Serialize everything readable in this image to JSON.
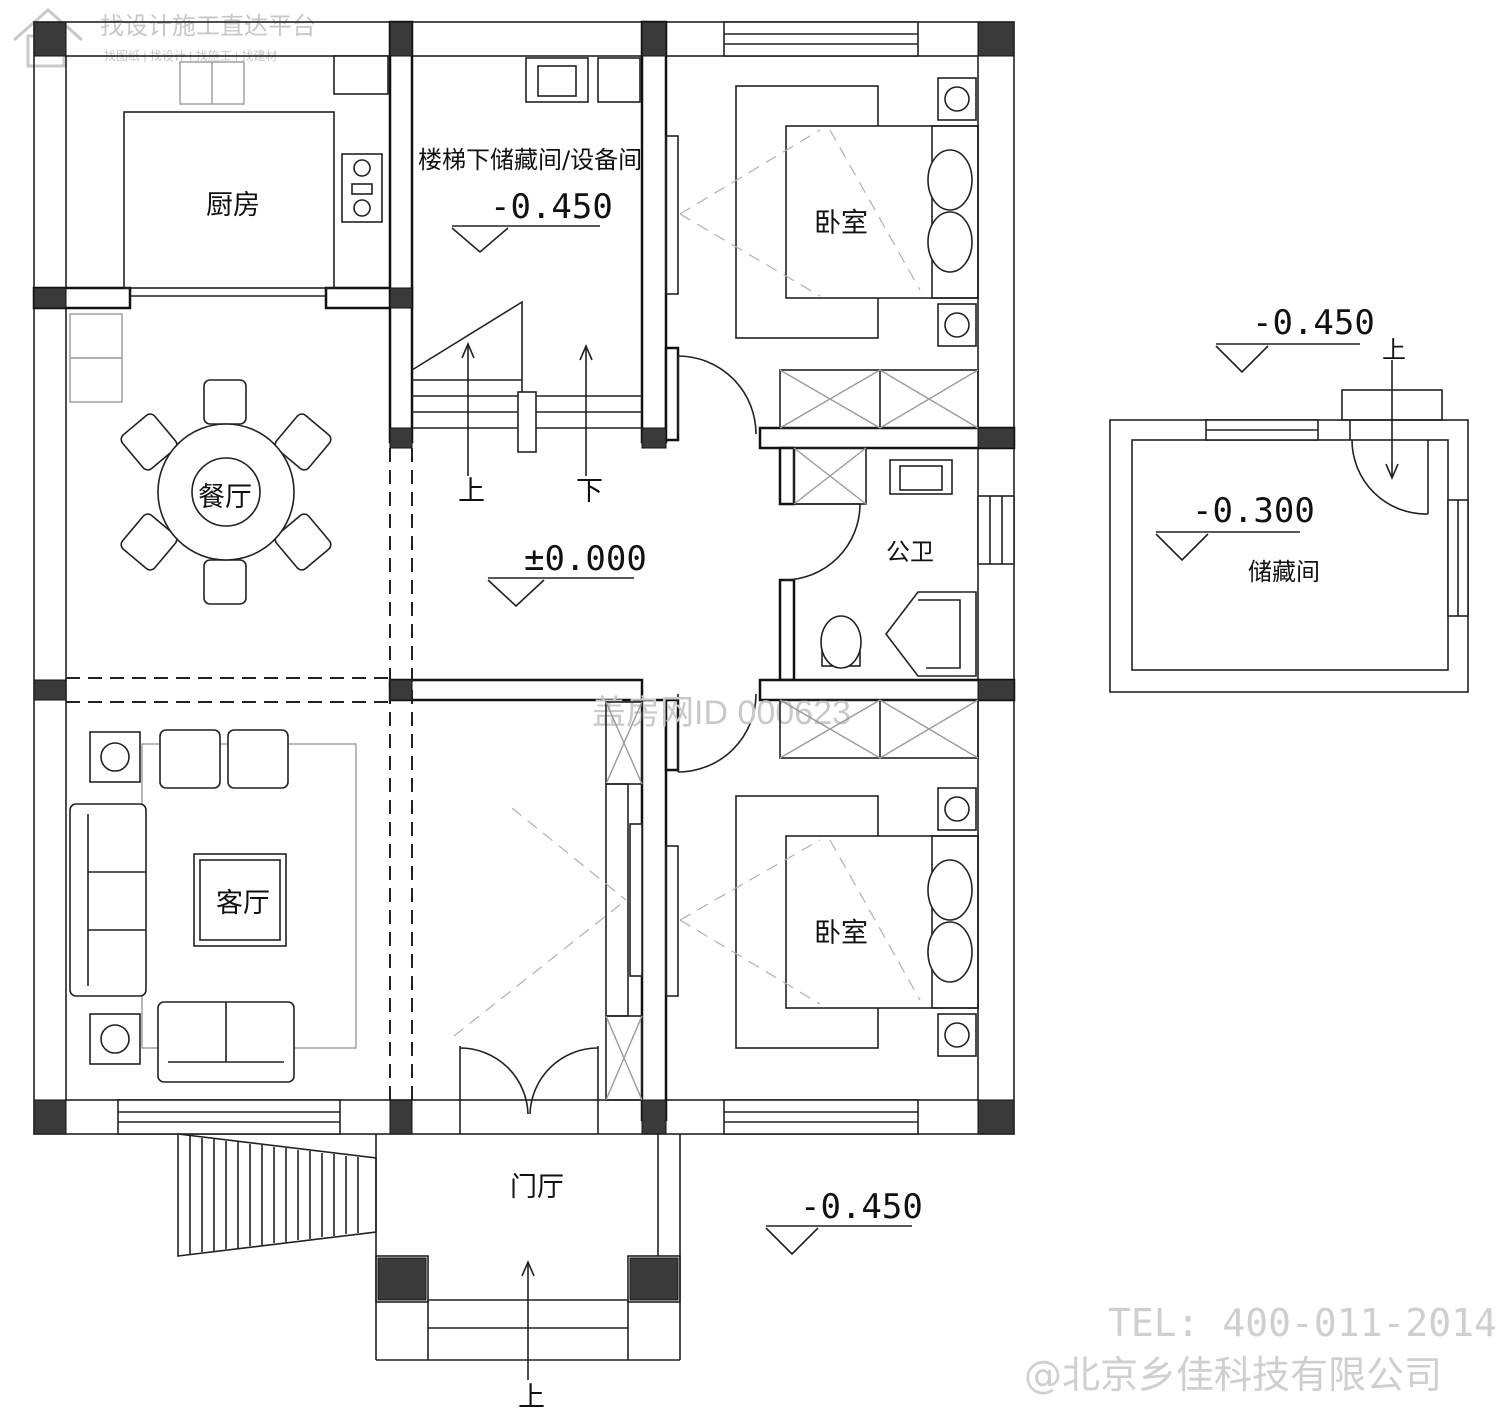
{
  "watermark_top": {
    "line1": "找设计施工直达平台",
    "line2": "找图纸 | 找设计 | 找施工 | 找建材"
  },
  "watermark_center": "盖房网ID 000623",
  "rooms": {
    "kitchen": "厨房",
    "stair_storage": "楼梯下储藏间/设备间",
    "bedroom_top": "卧室",
    "dining": "餐厅",
    "bathroom": "公卫",
    "living": "客厅",
    "bedroom_bottom": "卧室",
    "foyer": "门厅",
    "storage": "储藏间"
  },
  "elevations": {
    "stair_storage": "-0.450",
    "hall": "±0.000",
    "exterior_front": "-0.450",
    "storage_outside": "-0.450",
    "storage_inside": "-0.300"
  },
  "stair_labels": {
    "up_left": "上",
    "down": "下",
    "front_up": "上",
    "storage_up": "上"
  },
  "footer": {
    "tel": "TEL: 400-011-2014",
    "company": "@北京乡佳科技有限公司"
  }
}
